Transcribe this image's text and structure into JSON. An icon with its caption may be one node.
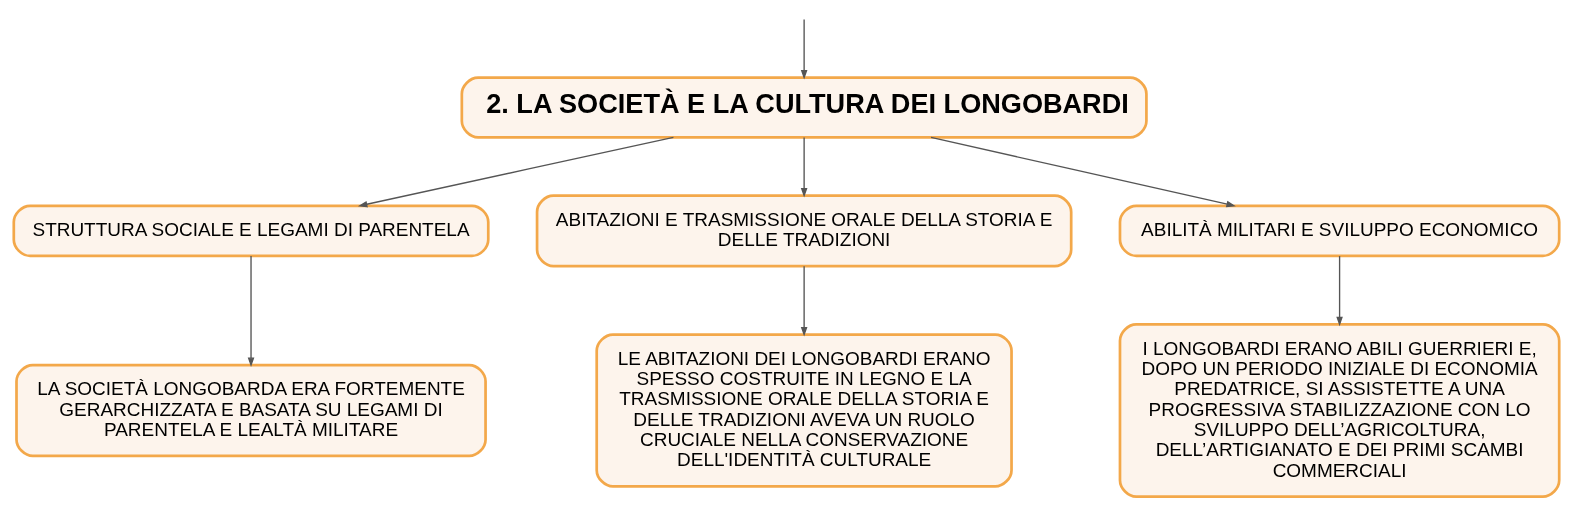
{
  "diagram": {
    "nodes": [
      {
        "text": [
          "2. LA SOCIETÀ E LA CULTURA DEI LONGOBARDI"
        ]
      },
      {
        "text": [
          "STRUTTURA SOCIALE E LEGAMI DI PARENTELA"
        ]
      },
      {
        "text": [
          "ABITAZIONI E TRASMISSIONE ORALE DELLA STORIA E DELLE TRADIZIONI"
        ]
      },
      {
        "text": [
          "ABILITÀ MILITARI E SVILUPPO ECONOMICO"
        ]
      },
      {
        "text": [
          "LA SOCIETÀ LONGOBARDA ERA FORTEMENTE GERARCHIZZATA E BASATA SU LEGAMI DI PARENTELA E LEALTÀ MILITARE"
        ]
      },
      {
        "text": [
          "LE ABITAZIONI DEI LONGOBARDI ERANO SPESSO COSTRUITE IN LEGNO E LA TRASMISSIONE ORALE DELLA STORIA E DELLE TRADIZIONI AVEVA UN RUOLO CRUCIALE NELLA CONSERVAZIONE DELL'IDENTITÀ CULTURALE"
        ]
      },
      {
        "text": [
          "I LONGOBARDI ERANO ABILI GUERRIERI E, DOPO UN PERIODO INIZIALE DI ECONOMIA PREDATRICE, SI ASSISTETTE A UNA PROGRESSIVA STABILIZZAZIONE CON LO SVILUPPO DELL’AGRICOLTURA, DELL’ARTIGIANATO E DEI PRIMI SCAMBI COMMERCIALI"
        ]
      }
    ],
    "edges": [
      {
        "from": null,
        "to": 0,
        "arrow": "to"
      },
      {
        "from": 0,
        "to": 1,
        "arrow": "to"
      },
      {
        "from": 0,
        "to": 2,
        "arrow": "to"
      },
      {
        "from": 0,
        "to": 3,
        "arrow": "to"
      },
      {
        "from": 1,
        "to": 4,
        "arrow": "to"
      },
      {
        "from": 2,
        "to": 5,
        "arrow": "to"
      },
      {
        "from": 3,
        "to": 6,
        "arrow": "to"
      }
    ]
  }
}
